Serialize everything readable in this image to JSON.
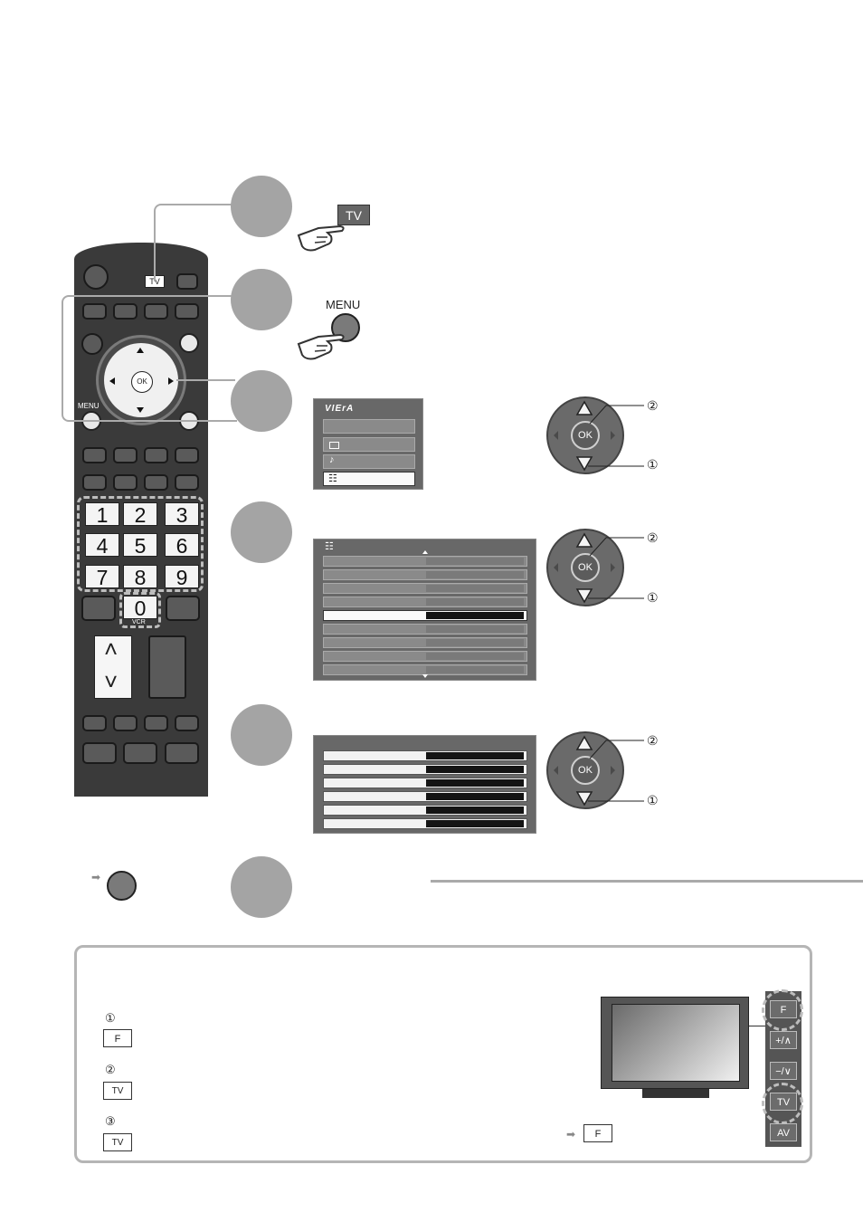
{
  "remote": {
    "tv_key": "TV",
    "menu_key": "MENU",
    "ok_key": "OK",
    "number_keys": [
      "1",
      "2",
      "3",
      "4",
      "5",
      "6",
      "7",
      "8",
      "9"
    ],
    "zero_key": "0",
    "vcr_label": "VCR",
    "channel_up": "˄",
    "channel_down": "˅"
  },
  "step1": {
    "button_label": "TV"
  },
  "step2": {
    "button_label": "MENU"
  },
  "step3": {
    "menu_logo": "VIErA"
  },
  "ok_pad": {
    "label": "OK",
    "marker_1": "①",
    "marker_2": "②"
  },
  "info": {
    "marker_1": "①",
    "marker_2": "②",
    "marker_3": "③",
    "key_f": "F",
    "key_tv": "TV",
    "arrow_key": "F",
    "tv_panel_buttons": [
      "F",
      "+/∧",
      "−/∨",
      "TV",
      "AV"
    ]
  }
}
